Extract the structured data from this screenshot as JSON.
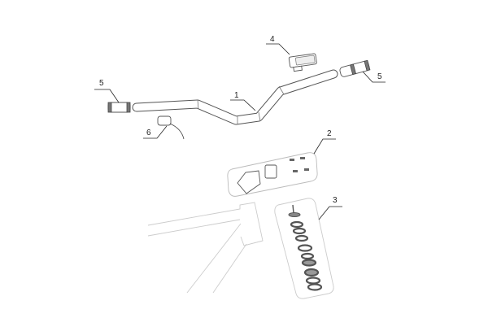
{
  "diagram": {
    "callouts": [
      {
        "id": "1",
        "part": "handlebar"
      },
      {
        "id": "2",
        "part": "stem-kit"
      },
      {
        "id": "3",
        "part": "headset-kit"
      },
      {
        "id": "4",
        "part": "display"
      },
      {
        "id": "5",
        "part": "grip-left"
      },
      {
        "id": "5",
        "part": "grip-right"
      },
      {
        "id": "6",
        "part": "throttle-clamp"
      }
    ]
  }
}
